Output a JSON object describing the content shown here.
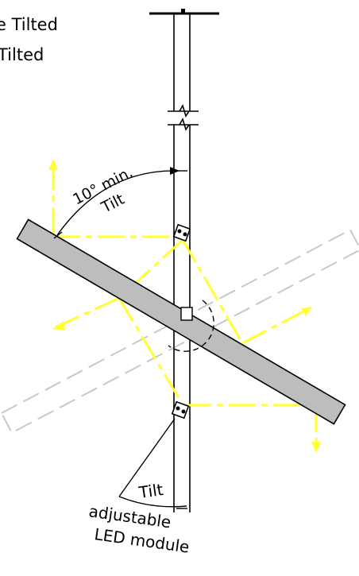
{
  "legend": {
    "line1": "e Tilted",
    "line2": "Tilted"
  },
  "dimension": {
    "angle_label": "10° min.",
    "angle_sub": "Tilt"
  },
  "module_note": {
    "tilt": "Tilt",
    "line1": "adjustable",
    "line2": "LED module"
  },
  "colors": {
    "ink": "#000000",
    "panel_fill": "#bdbdbd",
    "light_ray": "#ffff33",
    "ghost_outline": "#c8c8c8"
  }
}
